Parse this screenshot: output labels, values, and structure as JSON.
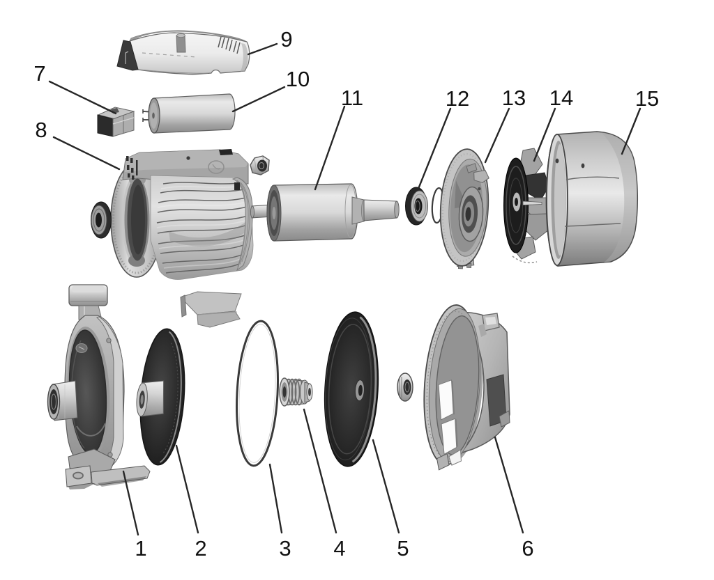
{
  "figure": {
    "kind": "exploded-parts-diagram",
    "subject": "centrifugal pump with electric motor - exploded spare parts view",
    "background": "#ffffff"
  },
  "palette": {
    "background": "#ffffff",
    "leader_line": "#262626",
    "label_text": "#111111",
    "metal_light": "#ececec",
    "metal_mid": "#bdbdbd",
    "metal_dark": "#8c8c8c",
    "part_dark": "#1f1f1f"
  },
  "callouts": [
    {
      "label": "1",
      "part": "pump-body"
    },
    {
      "label": "2",
      "part": "impeller"
    },
    {
      "label": "3",
      "part": "o-ring-gasket"
    },
    {
      "label": "4",
      "part": "mechanical-seal"
    },
    {
      "label": "5",
      "part": "seal-plate"
    },
    {
      "label": "6",
      "part": "support-bracket"
    },
    {
      "label": "7",
      "part": "terminal-box"
    },
    {
      "label": "8",
      "part": "motor-stator"
    },
    {
      "label": "9",
      "part": "terminal-box-cover"
    },
    {
      "label": "10",
      "part": "capacitor"
    },
    {
      "label": "11",
      "part": "rotor-shaft"
    },
    {
      "label": "12",
      "part": "ball-bearing"
    },
    {
      "label": "13",
      "part": "rear-end-bracket"
    },
    {
      "label": "14",
      "part": "fan"
    },
    {
      "label": "15",
      "part": "fan-cover"
    }
  ]
}
